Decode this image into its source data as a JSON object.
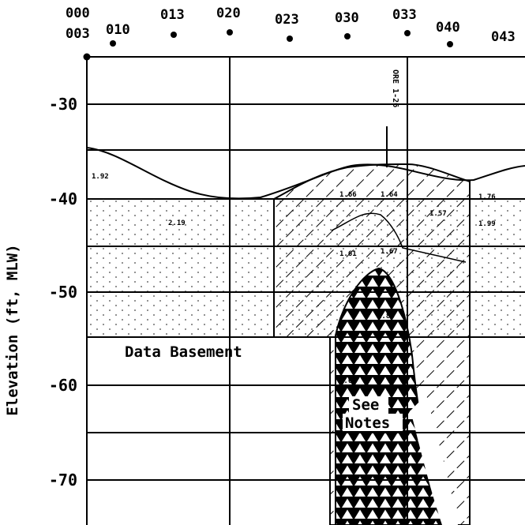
{
  "stations": [
    "000",
    "003",
    "010",
    "013",
    "020",
    "023",
    "030",
    "033",
    "040",
    "043"
  ],
  "y_axis": {
    "label": "Elevation (ft, MLW)",
    "ticks": [
      "-30",
      "-40",
      "-50",
      "-60",
      "-70"
    ]
  },
  "annotations": {
    "data_basement": "Data Basement",
    "see_notes_line1": "See",
    "see_notes_line2": "Notes",
    "vertical_label": "ORE 1-26"
  },
  "values": [
    "1.92",
    "2.19",
    "1.66",
    "1.64",
    "1.57",
    "1.76",
    "1.99",
    "1.61",
    "1.67",
    "1.84",
    "1.65"
  ],
  "colors": {
    "line": "#000000",
    "background": "#ffffff"
  }
}
